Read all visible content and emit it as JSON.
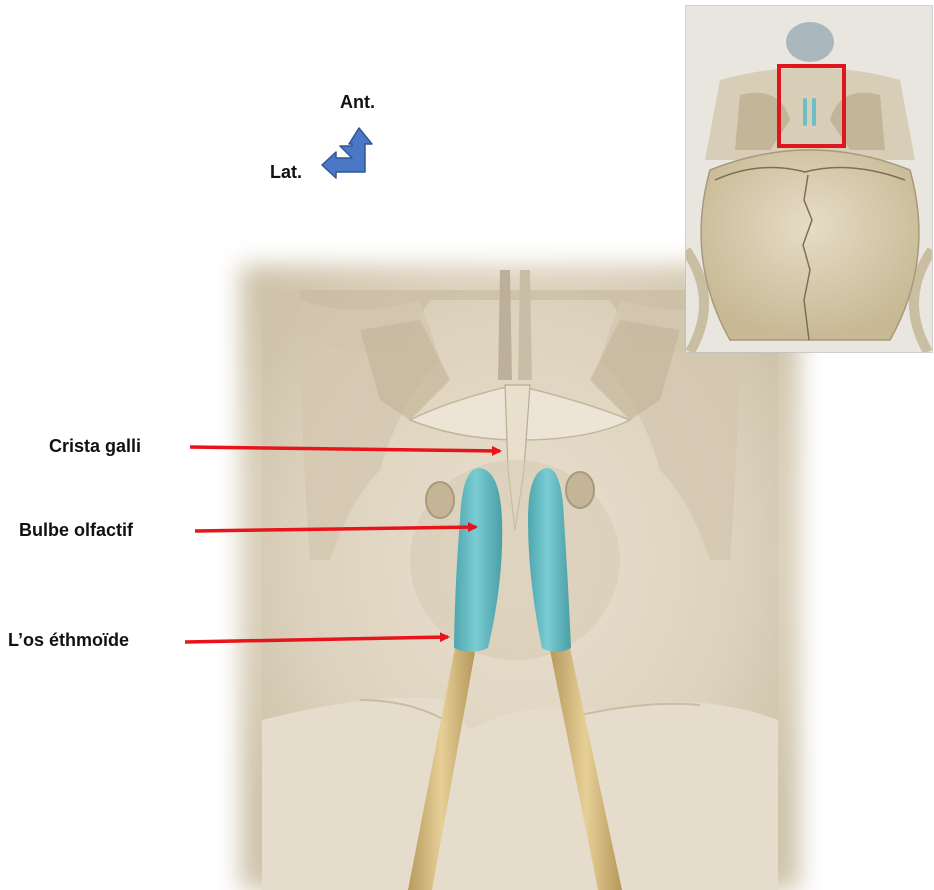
{
  "orientation": {
    "anterior_label": "Ant.",
    "lateral_label": "Lat.",
    "arrow_color": "#4a78c4"
  },
  "labels": [
    {
      "id": "crista",
      "text": "Crista galli"
    },
    {
      "id": "bulbe",
      "text": "Bulbe olfactif"
    },
    {
      "id": "ethmoide",
      "text": "L’os éthmoïde"
    }
  ],
  "colors": {
    "leader_arrow": "#e8141c",
    "olfactory_bulb": "#6bbfc6",
    "olfactory_tract": "#d9bf86",
    "bone": "#e2d8c6",
    "inset_highlight": "#e0161e"
  }
}
